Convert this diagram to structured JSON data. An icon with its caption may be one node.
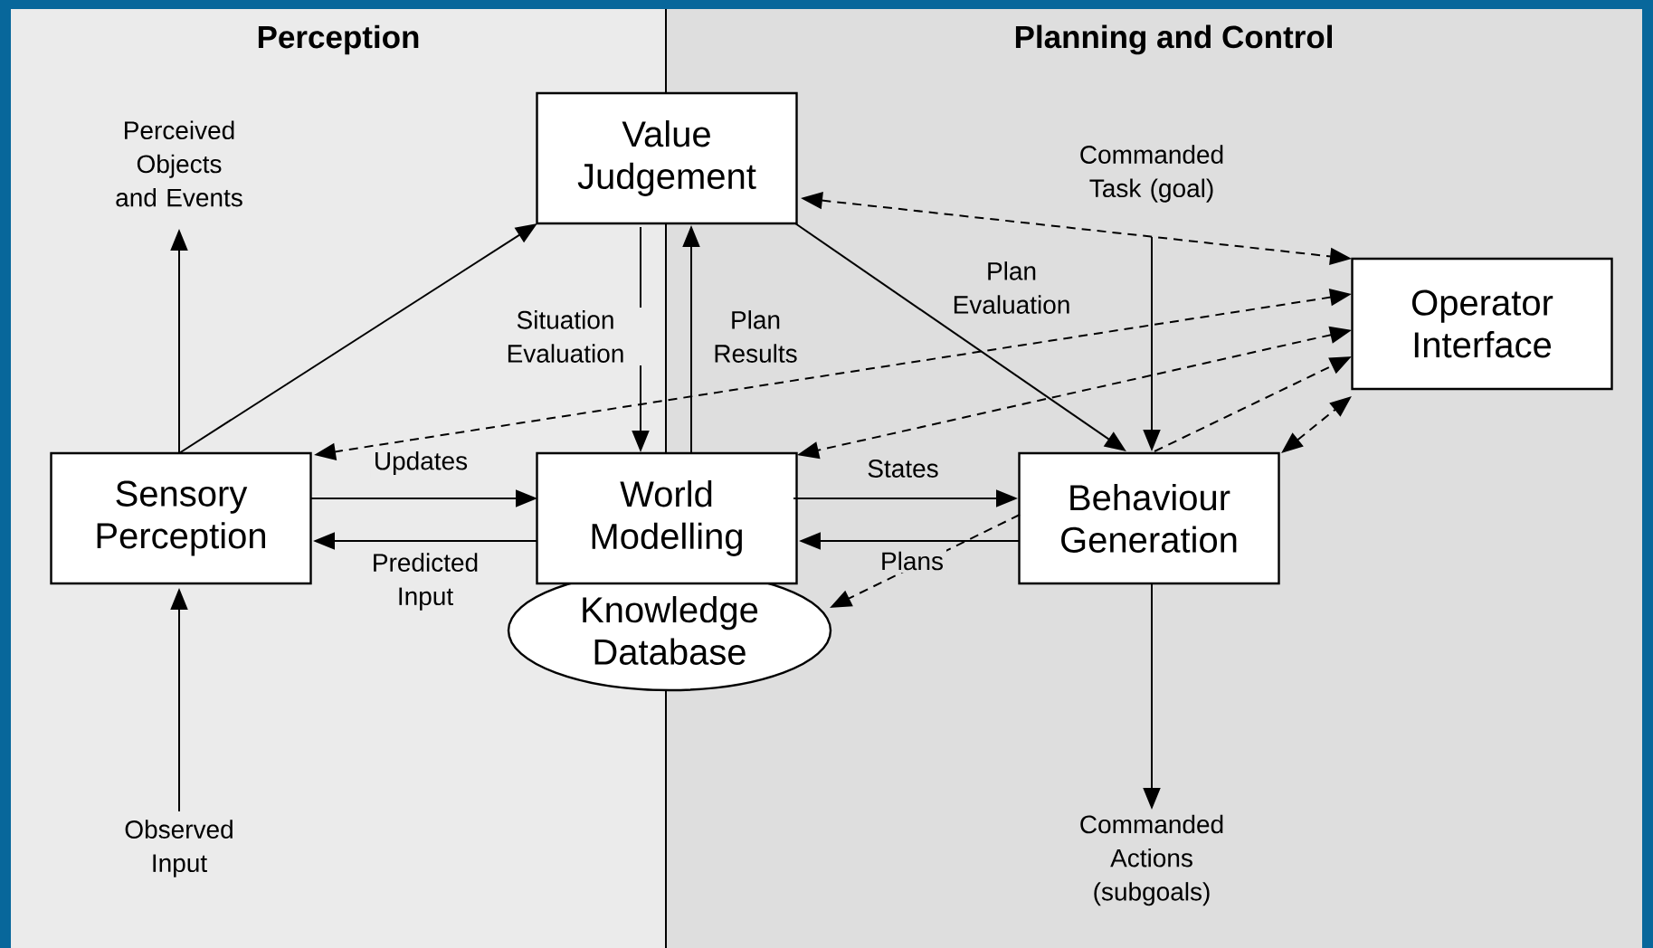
{
  "diagram": {
    "nodes": [
      {
        "text": [
          "Perception"
        ]
      },
      {
        "text": [
          "Planning and Control"
        ]
      },
      {
        "text": [
          "Perceived Objects and Events"
        ],
        "in": 0
      },
      {
        "text": [
          "Value Judgement"
        ]
      },
      {
        "text": [
          "Commanded Task (goal)"
        ],
        "in": 1
      },
      {
        "text": [
          "Operator Interface"
        ],
        "in": 1
      },
      {
        "text": [
          "Sensory Perception"
        ],
        "in": 0
      },
      {
        "text": [
          "World Modelling"
        ]
      },
      {
        "text": [
          "Behaviour Generation"
        ],
        "in": 1
      },
      {
        "text": [
          "Knowledge Database"
        ]
      },
      {
        "text": [
          "Observed Input"
        ],
        "in": 0
      },
      {
        "text": [
          "Commanded Actions (subgoals)"
        ],
        "in": 1
      }
    ],
    "edges": [
      {
        "from": 6,
        "to": 2,
        "arrow": "to"
      },
      {
        "from": 10,
        "to": 6,
        "arrow": "to"
      },
      {
        "from": 6,
        "to": 3,
        "arrow": "to"
      },
      {
        "from": 6,
        "to": 7,
        "arrow": "to",
        "label": "Updates"
      },
      {
        "from": 7,
        "to": 6,
        "arrow": "to",
        "label": "Predicted Input"
      },
      {
        "from": 3,
        "to": 7,
        "arrow": "to",
        "label": "Situation Evaluation"
      },
      {
        "from": 7,
        "to": 3,
        "arrow": "to",
        "label": "Plan Results"
      },
      {
        "from": 3,
        "to": 8,
        "arrow": "to",
        "label": "Plan Evaluation"
      },
      {
        "from": 4,
        "to": 8,
        "arrow": "to"
      },
      {
        "from": 7,
        "to": 8,
        "arrow": "to",
        "label": "States"
      },
      {
        "from": 8,
        "to": 7,
        "arrow": "to",
        "label": "Plans"
      },
      {
        "from": 8,
        "to": 9,
        "arrow": "to",
        "style": "dashed"
      },
      {
        "from": 3,
        "to": 5,
        "arrow": "both",
        "style": "dashed"
      },
      {
        "from": 5,
        "to": 6,
        "arrow": "both",
        "style": "dashed"
      },
      {
        "from": 5,
        "to": 7,
        "arrow": "both",
        "style": "dashed"
      },
      {
        "from": 8,
        "to": 5,
        "arrow": "to",
        "style": "dashed"
      },
      {
        "from": 8,
        "to": 5,
        "arrow": "both",
        "style": "dashed"
      },
      {
        "from": 8,
        "to": 11,
        "arrow": "to"
      }
    ]
  }
}
